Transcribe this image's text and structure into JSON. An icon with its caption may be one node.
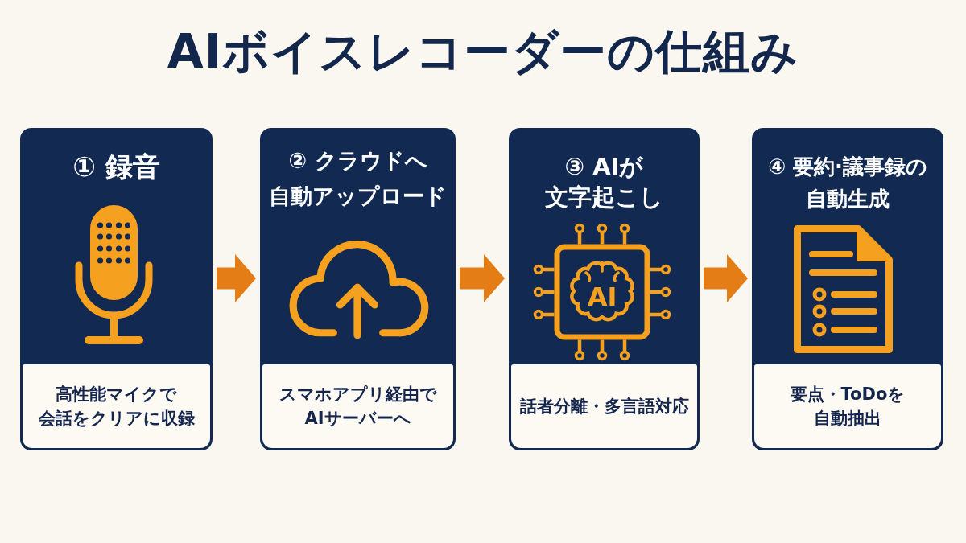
{
  "diagram": {
    "title": "AIボイスレコーダーの仕組み",
    "nodes": [
      {
        "text": [
          "① 録音"
        ]
      },
      {
        "text": [
          "高性能マイクで会話をクリアに収録"
        ],
        "in": 0
      },
      {
        "text": [
          "② クラウドへ自動アップロード"
        ]
      },
      {
        "text": [
          "スマホアプリ経由でAIサーバーへ"
        ],
        "in": 2
      },
      {
        "text": [
          "③ AIが文字起こし"
        ]
      },
      {
        "text": [
          "話者分離・多言語対応"
        ],
        "in": 4
      },
      {
        "text": [
          "④ 要約·議事録の自動生成"
        ]
      },
      {
        "text": [
          "要点・ToDoを自動抽出"
        ],
        "in": 6
      }
    ],
    "edges": [
      {
        "from": 0,
        "to": 2,
        "arrow": "to"
      },
      {
        "from": 2,
        "to": 4,
        "arrow": "to"
      },
      {
        "from": 4,
        "to": 6,
        "arrow": "to"
      }
    ],
    "labels": [
      "AI"
    ]
  }
}
